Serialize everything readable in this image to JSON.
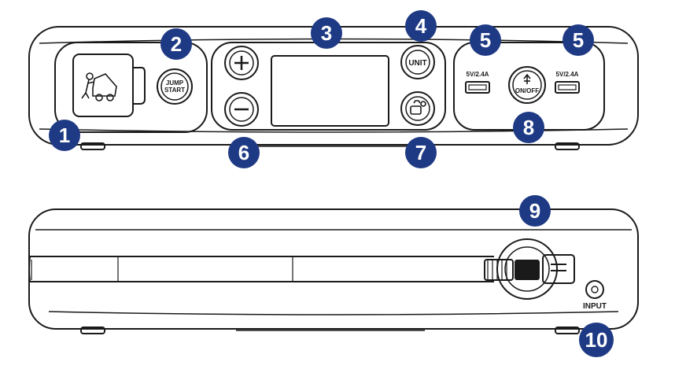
{
  "controls": {
    "jump_start_top": "JUMP",
    "jump_start_bottom": "START",
    "unit": "UNIT",
    "usb_left": "5V/2.4A",
    "usb_right": "5V/2.4A",
    "power": "ON/OFF",
    "input": "INPUT"
  },
  "callouts": [
    "1",
    "2",
    "3",
    "4",
    "5",
    "5",
    "6",
    "7",
    "8",
    "9",
    "10"
  ],
  "colors": {
    "callout": "#1f3a84",
    "outline": "#1a1a1a"
  }
}
